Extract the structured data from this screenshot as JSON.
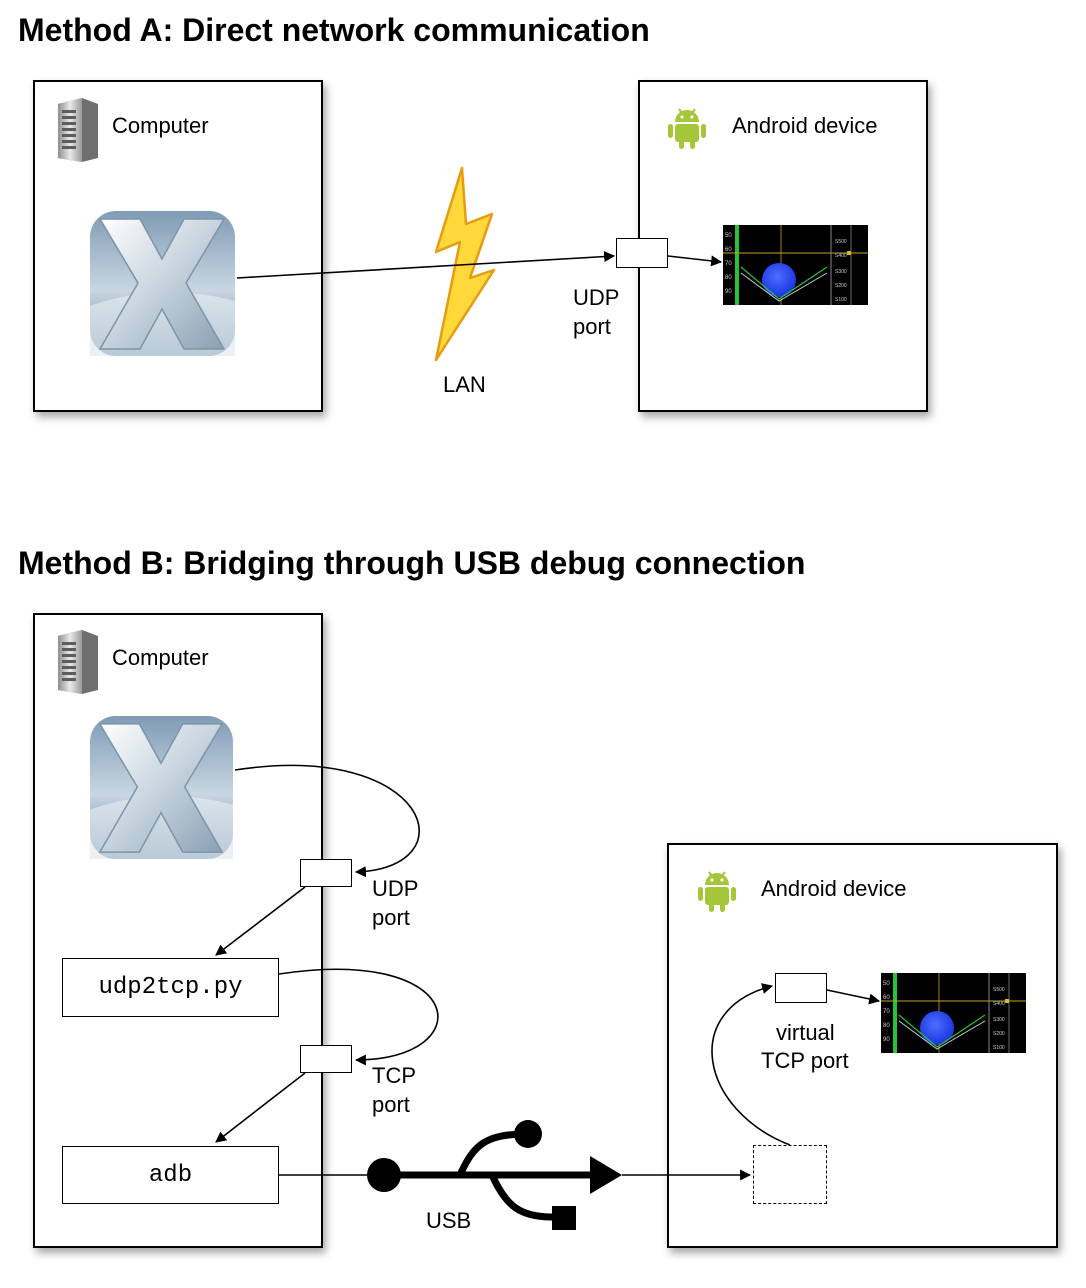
{
  "methodA": {
    "title": "Method A: Direct network communication",
    "computer_label": "Computer",
    "android_label": "Android device",
    "port_label_1": "UDP",
    "port_label_2": "port",
    "network_label": "LAN"
  },
  "methodB": {
    "title": "Method B: Bridging through USB debug connection",
    "computer_label": "Computer",
    "android_label": "Android device",
    "udp_label_1": "UDP",
    "udp_label_2": "port",
    "tcp_label_1": "TCP",
    "tcp_label_2": "port",
    "script_name": "udp2tcp.py",
    "adb_name": "adb",
    "usb_label": "USB",
    "virtual_label_1": "virtual",
    "virtual_label_2": "TCP port"
  },
  "icons": {
    "computer": "server-tower-icon",
    "android": "android-robot-icon",
    "app": "x-plane-app-icon",
    "display": "flight-display-icon",
    "lightning": "lightning-bolt-icon",
    "usb": "usb-symbol-icon"
  },
  "colors": {
    "android_green": "#a4c639",
    "lightning_yellow": "#ffd83a",
    "display_sphere": "#1e46ff"
  }
}
